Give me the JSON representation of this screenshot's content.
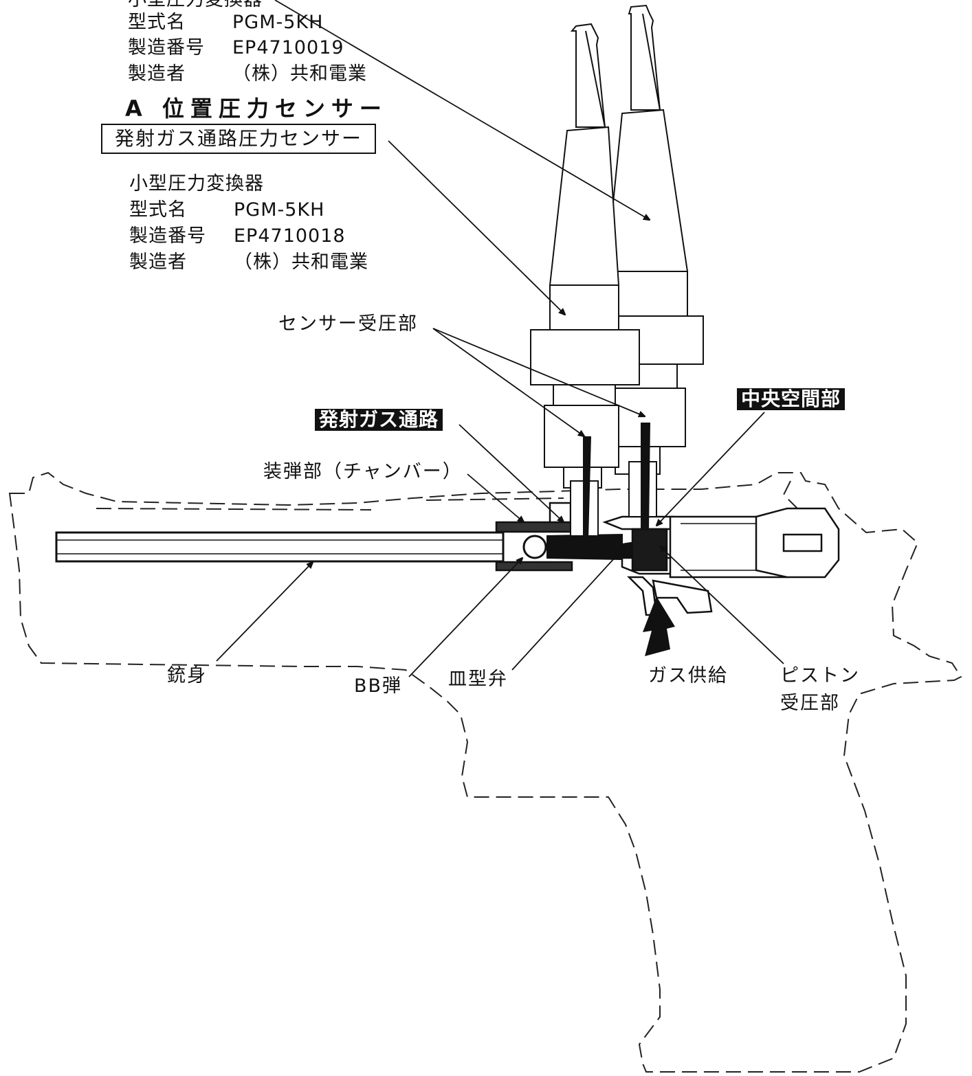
{
  "sensor_b": {
    "transducer_type": "小型圧力変換器",
    "model_key": "型式名",
    "model_value": "PGM-5KH",
    "serial_key": "製造番号",
    "serial_value": "EP4710019",
    "maker_key": "製造者",
    "maker_value": "（株）共和電業"
  },
  "sensor_a": {
    "position_title": "A 位置圧力センサー",
    "boxed_name": "発射ガス通路圧力センサー",
    "transducer_type": "小型圧力変換器",
    "model_key": "型式名",
    "model_value": "PGM-5KH",
    "serial_key": "製造番号",
    "serial_value": "EP4710018",
    "maker_key": "製造者",
    "maker_value": "（株）共和電業"
  },
  "labels": {
    "sensor_receiving": "センサー受圧部",
    "launch_gas_passage": "発射ガス通路",
    "central_space": "中央空間部",
    "chamber": "装弾部（チャンバー）",
    "barrel": "銃身",
    "bb": "BB弾",
    "dish_valve": "皿型弁",
    "gas_supply": "ガス供給",
    "piston_line1": "ピストン",
    "piston_line2": "受圧部"
  }
}
